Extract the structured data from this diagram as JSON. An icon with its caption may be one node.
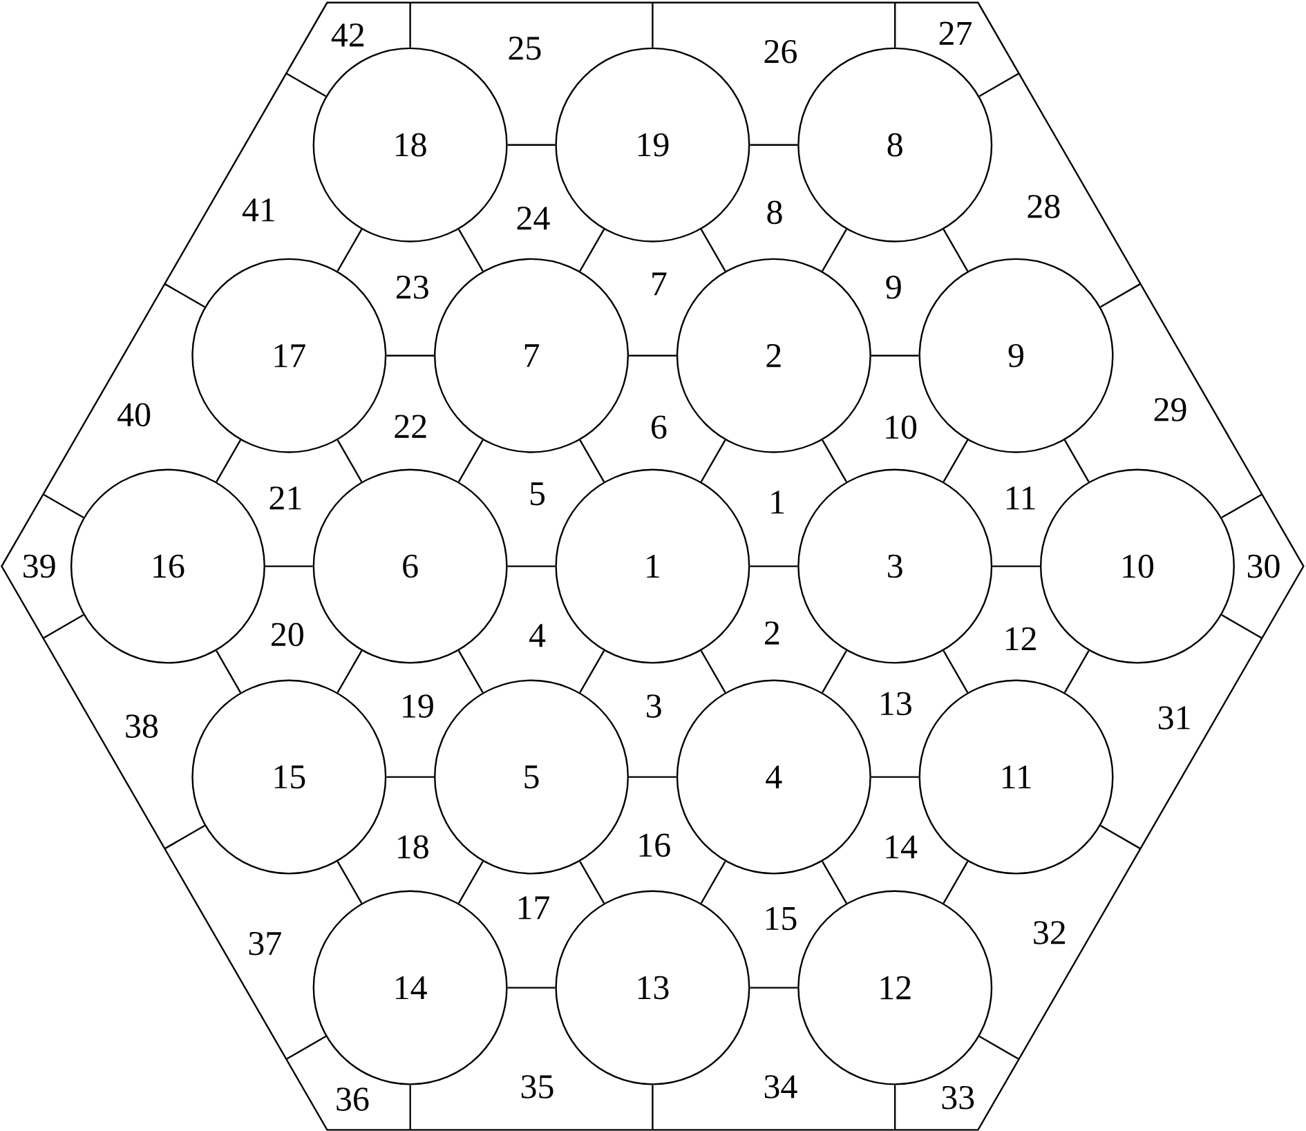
{
  "diagram": {
    "nodes": [
      {
        "text": [],
        "shape": "hexagon"
      },
      {
        "text": [
          "18"
        ],
        "in": 0
      },
      {
        "text": [
          "19"
        ],
        "in": 0
      },
      {
        "text": [
          "8"
        ],
        "in": 0
      },
      {
        "text": [
          "17"
        ],
        "in": 0
      },
      {
        "text": [
          "7"
        ],
        "in": 0
      },
      {
        "text": [
          "2"
        ],
        "in": 0
      },
      {
        "text": [
          "9"
        ],
        "in": 0
      },
      {
        "text": [
          "16"
        ],
        "in": 0
      },
      {
        "text": [
          "6"
        ],
        "in": 0
      },
      {
        "text": [
          "1"
        ],
        "in": 0
      },
      {
        "text": [
          "3"
        ],
        "in": 0
      },
      {
        "text": [
          "10"
        ],
        "in": 0
      },
      {
        "text": [
          "15"
        ],
        "in": 0
      },
      {
        "text": [
          "5"
        ],
        "in": 0
      },
      {
        "text": [
          "4"
        ],
        "in": 0
      },
      {
        "text": [
          "11"
        ],
        "in": 0
      },
      {
        "text": [
          "14"
        ],
        "in": 0
      },
      {
        "text": [
          "13"
        ],
        "in": 0
      },
      {
        "text": [
          "12"
        ],
        "in": 0
      }
    ],
    "edges": [
      {
        "from": 1,
        "to": 2,
        "arrow": "none"
      },
      {
        "from": 2,
        "to": 3,
        "arrow": "none"
      },
      {
        "from": 4,
        "to": 5,
        "arrow": "none"
      },
      {
        "from": 5,
        "to": 6,
        "arrow": "none"
      },
      {
        "from": 6,
        "to": 7,
        "arrow": "none"
      },
      {
        "from": 8,
        "to": 9,
        "arrow": "none"
      },
      {
        "from": 9,
        "to": 10,
        "arrow": "none"
      },
      {
        "from": 10,
        "to": 11,
        "arrow": "none"
      },
      {
        "from": 11,
        "to": 12,
        "arrow": "none"
      },
      {
        "from": 13,
        "to": 14,
        "arrow": "none"
      },
      {
        "from": 14,
        "to": 15,
        "arrow": "none"
      },
      {
        "from": 15,
        "to": 16,
        "arrow": "none"
      },
      {
        "from": 17,
        "to": 18,
        "arrow": "none"
      },
      {
        "from": 18,
        "to": 19,
        "arrow": "none"
      },
      {
        "from": 1,
        "to": 4,
        "arrow": "none"
      },
      {
        "from": 1,
        "to": 5,
        "arrow": "none"
      },
      {
        "from": 2,
        "to": 5,
        "arrow": "none"
      },
      {
        "from": 2,
        "to": 6,
        "arrow": "none"
      },
      {
        "from": 3,
        "to": 6,
        "arrow": "none"
      },
      {
        "from": 3,
        "to": 7,
        "arrow": "none"
      },
      {
        "from": 4,
        "to": 8,
        "arrow": "none"
      },
      {
        "from": 4,
        "to": 9,
        "arrow": "none"
      },
      {
        "from": 5,
        "to": 9,
        "arrow": "none"
      },
      {
        "from": 5,
        "to": 10,
        "arrow": "none"
      },
      {
        "from": 6,
        "to": 10,
        "arrow": "none"
      },
      {
        "from": 6,
        "to": 11,
        "arrow": "none"
      },
      {
        "from": 7,
        "to": 11,
        "arrow": "none"
      },
      {
        "from": 7,
        "to": 12,
        "arrow": "none"
      },
      {
        "from": 8,
        "to": 13,
        "arrow": "none"
      },
      {
        "from": 9,
        "to": 13,
        "arrow": "none"
      },
      {
        "from": 9,
        "to": 14,
        "arrow": "none"
      },
      {
        "from": 10,
        "to": 14,
        "arrow": "none"
      },
      {
        "from": 10,
        "to": 15,
        "arrow": "none"
      },
      {
        "from": 11,
        "to": 15,
        "arrow": "none"
      },
      {
        "from": 11,
        "to": 16,
        "arrow": "none"
      },
      {
        "from": 12,
        "to": 16,
        "arrow": "none"
      },
      {
        "from": 13,
        "to": 17,
        "arrow": "none"
      },
      {
        "from": 14,
        "to": 17,
        "arrow": "none"
      },
      {
        "from": 14,
        "to": 18,
        "arrow": "none"
      },
      {
        "from": 15,
        "to": 18,
        "arrow": "none"
      },
      {
        "from": 15,
        "to": 19,
        "arrow": "none"
      },
      {
        "from": 16,
        "to": 19,
        "arrow": "none"
      },
      {
        "from": 1,
        "to": 0,
        "arrow": "none"
      },
      {
        "from": 1,
        "to": 0,
        "arrow": "none"
      },
      {
        "from": 2,
        "to": 0,
        "arrow": "none"
      },
      {
        "from": 3,
        "to": 0,
        "arrow": "none"
      },
      {
        "from": 3,
        "to": 0,
        "arrow": "none"
      },
      {
        "from": 4,
        "to": 0,
        "arrow": "none"
      },
      {
        "from": 7,
        "to": 0,
        "arrow": "none"
      },
      {
        "from": 8,
        "to": 0,
        "arrow": "none"
      },
      {
        "from": 8,
        "to": 0,
        "arrow": "none"
      },
      {
        "from": 12,
        "to": 0,
        "arrow": "none"
      },
      {
        "from": 12,
        "to": 0,
        "arrow": "none"
      },
      {
        "from": 13,
        "to": 0,
        "arrow": "none"
      },
      {
        "from": 16,
        "to": 0,
        "arrow": "none"
      },
      {
        "from": 17,
        "to": 0,
        "arrow": "none"
      },
      {
        "from": 17,
        "to": 0,
        "arrow": "none"
      },
      {
        "from": 18,
        "to": 0,
        "arrow": "none"
      },
      {
        "from": 19,
        "to": 0,
        "arrow": "none"
      },
      {
        "from": 19,
        "to": 0,
        "arrow": "none"
      }
    ],
    "labels": [
      "1",
      "2",
      "3",
      "4",
      "5",
      "6",
      "7",
      "8",
      "9",
      "10",
      "11",
      "12",
      "13",
      "14",
      "15",
      "16",
      "17",
      "18",
      "19",
      "20",
      "21",
      "22",
      "23",
      "24",
      "25",
      "26",
      "27",
      "28",
      "29",
      "30",
      "31",
      "32",
      "33",
      "34",
      "35",
      "36",
      "37",
      "38",
      "39",
      "40",
      "41",
      "42"
    ]
  }
}
